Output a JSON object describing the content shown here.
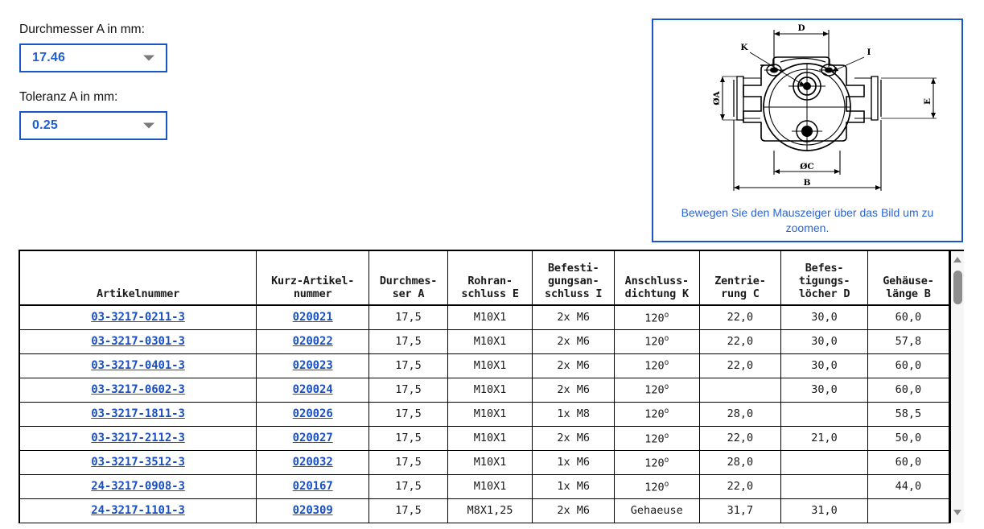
{
  "filters": {
    "diameter": {
      "label": "Durchmesser A in mm:",
      "value": "17.46",
      "arrow_icon": "chevron-down-icon"
    },
    "tolerance": {
      "label": "Toleranz A in mm:",
      "value": "0.25",
      "arrow_icon": "chevron-down-icon"
    }
  },
  "image_panel": {
    "zoom_hint": "Bewegen Sie den Mauszeiger über das Bild um zu zoomen.",
    "border_color": "#1a56c4",
    "drawing_labels": {
      "top_width": "D",
      "left_callout": "K",
      "right_callout": "I",
      "left_diameter": "ØA",
      "right_height": "E",
      "bottom_diameter": "ØC",
      "overall_length": "B"
    }
  },
  "table": {
    "headers": [
      "Artikelnummer",
      "Kurz-Artikel-\nnummer",
      "Durchmes-\nser A",
      "Rohran-\nschluss E",
      "Befesti-\ngungsan-\nschluss I",
      "Anschluss-\ndichtung K",
      "Zentrie-\nrung C",
      "Befes-\ntigungs-\nlöcher D",
      "Gehäuse-\nlänge B"
    ],
    "rows": [
      {
        "artikelnummer": "03-3217-0211-3",
        "kurznummer": "020021",
        "durchmesser_a": "17,5",
        "rohranschluss_e": "M10X1",
        "befestigungsanschluss_i": "2x M6",
        "anschlussdichtung_k": "120",
        "anschlussdichtung_k_unit": "o",
        "zentrierung_c": "22,0",
        "befestigungsloecher_d": "30,0",
        "gehaeuselaenge_b": "60,0"
      },
      {
        "artikelnummer": "03-3217-0301-3",
        "kurznummer": "020022",
        "durchmesser_a": "17,5",
        "rohranschluss_e": "M10X1",
        "befestigungsanschluss_i": "2x M6",
        "anschlussdichtung_k": "120",
        "anschlussdichtung_k_unit": "o",
        "zentrierung_c": "22,0",
        "befestigungsloecher_d": "30,0",
        "gehaeuselaenge_b": "57,8"
      },
      {
        "artikelnummer": "03-3217-0401-3",
        "kurznummer": "020023",
        "durchmesser_a": "17,5",
        "rohranschluss_e": "M10X1",
        "befestigungsanschluss_i": "2x M6",
        "anschlussdichtung_k": "120",
        "anschlussdichtung_k_unit": "o",
        "zentrierung_c": "22,0",
        "befestigungsloecher_d": "30,0",
        "gehaeuselaenge_b": "60,0"
      },
      {
        "artikelnummer": "03-3217-0602-3",
        "kurznummer": "020024",
        "durchmesser_a": "17,5",
        "rohranschluss_e": "M10X1",
        "befestigungsanschluss_i": "2x M6",
        "anschlussdichtung_k": "120",
        "anschlussdichtung_k_unit": "o",
        "zentrierung_c": "",
        "befestigungsloecher_d": "30,0",
        "gehaeuselaenge_b": "60,0"
      },
      {
        "artikelnummer": "03-3217-1811-3",
        "kurznummer": "020026",
        "durchmesser_a": "17,5",
        "rohranschluss_e": "M10X1",
        "befestigungsanschluss_i": "1x M8",
        "anschlussdichtung_k": "120",
        "anschlussdichtung_k_unit": "o",
        "zentrierung_c": "28,0",
        "befestigungsloecher_d": "",
        "gehaeuselaenge_b": "58,5"
      },
      {
        "artikelnummer": "03-3217-2112-3",
        "kurznummer": "020027",
        "durchmesser_a": "17,5",
        "rohranschluss_e": "M10X1",
        "befestigungsanschluss_i": "2x M6",
        "anschlussdichtung_k": "120",
        "anschlussdichtung_k_unit": "o",
        "zentrierung_c": "22,0",
        "befestigungsloecher_d": "21,0",
        "gehaeuselaenge_b": "50,0"
      },
      {
        "artikelnummer": "03-3217-3512-3",
        "kurznummer": "020032",
        "durchmesser_a": "17,5",
        "rohranschluss_e": "M10X1",
        "befestigungsanschluss_i": "1x M6",
        "anschlussdichtung_k": "120",
        "anschlussdichtung_k_unit": "o",
        "zentrierung_c": "28,0",
        "befestigungsloecher_d": "",
        "gehaeuselaenge_b": "60,0"
      },
      {
        "artikelnummer": "24-3217-0908-3",
        "kurznummer": "020167",
        "durchmesser_a": "17,5",
        "rohranschluss_e": "M10X1",
        "befestigungsanschluss_i": "1x M6",
        "anschlussdichtung_k": "120",
        "anschlussdichtung_k_unit": "o",
        "zentrierung_c": "22,0",
        "befestigungsloecher_d": "",
        "gehaeuselaenge_b": "44,0"
      },
      {
        "artikelnummer": "24-3217-1101-3",
        "kurznummer": "020309",
        "durchmesser_a": "17,5",
        "rohranschluss_e": "M8X1,25",
        "befestigungsanschluss_i": "2x M6",
        "anschlussdichtung_k": "Gehaeuse",
        "anschlussdichtung_k_unit": "",
        "zentrierung_c": "31,7",
        "befestigungsloecher_d": "31,0",
        "gehaeuselaenge_b": ""
      }
    ]
  },
  "scrollbar": {
    "up_icon": "scroll-up-arrow-icon",
    "down_icon": "scroll-down-arrow-icon"
  },
  "colors": {
    "accent_blue": "#1a56c4",
    "link_blue": "#1a4fc0",
    "hint_blue": "#2a64d6"
  }
}
